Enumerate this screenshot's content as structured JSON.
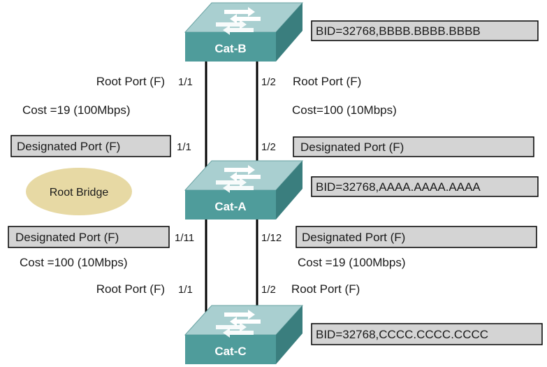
{
  "colors": {
    "switch_face": "#4f9c9b",
    "switch_top": "#a9cfd0",
    "switch_side": "#3a7e7e",
    "label_box": "#d4d4d4",
    "root_ellipse": "#e7d9a4",
    "link": "#000000"
  },
  "switches": [
    {
      "name": "Cat-B",
      "bid": "BID=32768,BBBB.BBBB.BBBB"
    },
    {
      "name": "Cat-A",
      "bid": "BID=32768,AAAA.AAAA.AAAA"
    },
    {
      "name": "Cat-C",
      "bid": "BID=32768,CCCC.CCCC.CCCC"
    }
  ],
  "root_bridge_label": "Root Bridge",
  "link_b_a": {
    "left": {
      "upper_port_num": "1/1",
      "upper_role": "Root Port (F)",
      "cost": "Cost =19 (100Mbps)",
      "lower_port_num": "1/1",
      "lower_role": "Designated Port (F)"
    },
    "right": {
      "upper_port_num": "1/2",
      "upper_role": "Root Port (F)",
      "cost": "Cost=100 (10Mbps)",
      "lower_port_num": "1/2",
      "lower_role": "Designated Port (F)"
    }
  },
  "link_a_c": {
    "left": {
      "upper_port_num": "1/11",
      "upper_role": "Designated Port (F)",
      "cost": "Cost =100 (10Mbps)",
      "lower_port_num": "1/1",
      "lower_role": "Root Port (F)"
    },
    "right": {
      "upper_port_num": "1/12",
      "upper_role": "Designated Port (F)",
      "cost": "Cost =19 (100Mbps)",
      "lower_port_num": "1/2",
      "lower_role": "Root Port (F)"
    }
  }
}
